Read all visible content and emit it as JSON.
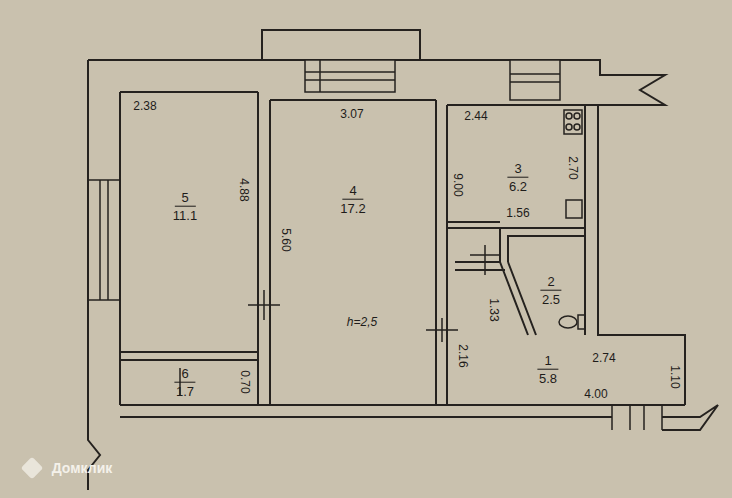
{
  "diagram": {
    "nodes": [
      {
        "text": [
          "5",
          "11.1"
        ]
      },
      {
        "text": [
          "4",
          "17.2"
        ]
      },
      {
        "text": [
          "3",
          "6.2"
        ]
      },
      {
        "text": [
          "2",
          "2.5"
        ]
      },
      {
        "text": [
          "1",
          "5.8"
        ]
      },
      {
        "text": [
          "6",
          "1.7"
        ]
      }
    ],
    "labels": [
      "2.38",
      "3.07",
      "2.44",
      "4.88",
      "5.60",
      "9.00",
      "2.70",
      "1.56",
      "1.33",
      "2.16",
      "2.74",
      "4.00",
      "1.10",
      "0.70",
      "h=2,5",
      "Домклик"
    ]
  }
}
